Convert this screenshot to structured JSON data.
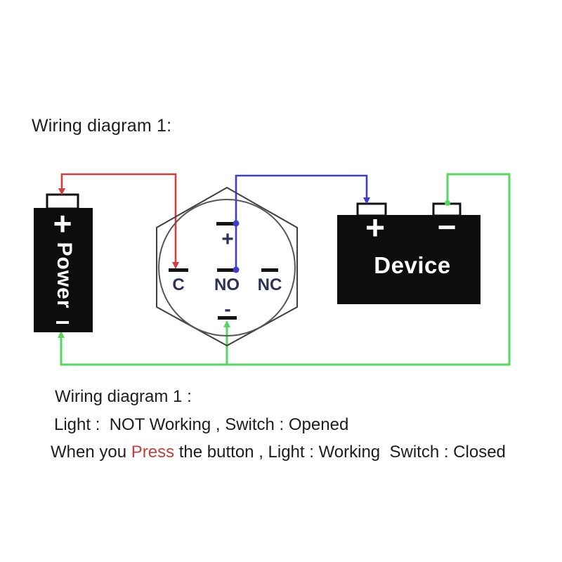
{
  "colors": {
    "background": "#ffffff",
    "box_fill": "#0d0d0d",
    "box_text": "#ffffff",
    "wire_red": "#cf3f3f",
    "wire_blue": "#3e3ecd",
    "wire_green": "#55d65e",
    "terminal_bar": "#141414",
    "label_navy": "#2b3157",
    "outline": "#3e3e3e",
    "circle_outline": "#555555",
    "text": "#1d1d1d",
    "press_red": "#c2413c"
  },
  "title": "Wiring diagram 1:",
  "power": {
    "label": "Power",
    "plus": "+",
    "minus": "−"
  },
  "switch": {
    "led_plus_label": "+",
    "led_minus_label": "-",
    "terminal_c": "C",
    "terminal_no": "NO",
    "terminal_nc": "NC"
  },
  "device": {
    "label": "Device",
    "plus": "+",
    "minus": "−"
  },
  "caption": {
    "line1": "Wiring diagram 1 :",
    "line2": "Light :  NOT Working , Switch : Opened",
    "line3_prefix": "When you ",
    "line3_highlight": "Press",
    "line3_suffix": " the button , Light : Working  Switch : Closed"
  }
}
